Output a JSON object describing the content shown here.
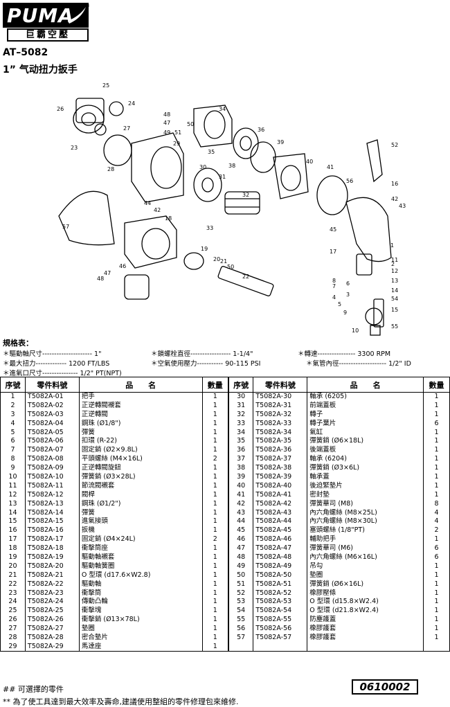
{
  "logo": {
    "brand": "PUMA",
    "reg_mark": "®",
    "subtitle": "巨霸空壓"
  },
  "model": "AT–5082",
  "product_name": "1”  气动扭力扳手",
  "diagram_labels": [
    "25",
    "26",
    "24",
    "27",
    "48",
    "47",
    "49",
    "51",
    "50",
    "34",
    "36",
    "35",
    "38",
    "39",
    "23",
    "28",
    "29",
    "30",
    "31",
    "40",
    "41",
    "52",
    "56",
    "16",
    "42",
    "43",
    "44",
    "42",
    "18",
    "32",
    "57",
    "33",
    "45",
    "17",
    "1",
    "46",
    "19",
    "20",
    "21",
    "50",
    "22",
    "47",
    "48",
    "2",
    "11",
    "12",
    "13",
    "14",
    "8",
    "7",
    "6",
    "3",
    "4",
    "5",
    "9",
    "10",
    "54",
    "15",
    "55"
  ],
  "specs": {
    "title": "規格表：",
    "items": [
      {
        "label": "＊驅動軸尺寸",
        "value": "--------------------- 1\""
      },
      {
        "label": "＊鎖螺栓直徑",
        "value": "----------------- 1-1/4\""
      },
      {
        "label": "＊轉速",
        "value": "---------------- 3300 RPM"
      },
      {
        "label": "＊最大扭力",
        "value": "------------- 1200 FT/LBS"
      },
      {
        "label": "＊空氣使用壓力",
        "value": "----------- 90-115 PSI"
      },
      {
        "label": "＊氣管內徑",
        "value": "-------------------- 1/2\" ID"
      },
      {
        "label": "＊進氣口尺寸",
        "value": "--------------- 1/2\" PT(NPT)"
      }
    ]
  },
  "table": {
    "headers": [
      "序號",
      "零件料號",
      "品　　名",
      "數量",
      "序號",
      "零件料號",
      "品　　名",
      "數量"
    ],
    "left": [
      [
        "1",
        "T5082A-01",
        "把手",
        "1"
      ],
      [
        "2",
        "T5082A-02",
        "正逆轉閥襯套",
        "1"
      ],
      [
        "3",
        "T5082A-03",
        "正逆轉閥",
        "1"
      ],
      [
        "4",
        "T5082A-04",
        "鋼珠 (Ø1/8\")",
        "1"
      ],
      [
        "5",
        "T5082A-05",
        "彈簧",
        "1"
      ],
      [
        "6",
        "T5082A-06",
        "扣環 (R-22)",
        "1"
      ],
      [
        "7",
        "T5082A-07",
        "固定銷 (Ø2×9.8L)",
        "1"
      ],
      [
        "8",
        "T5082A-08",
        "平頭螺絲 (M4×16L)",
        "2"
      ],
      [
        "9",
        "T5082A-09",
        "正逆轉閥旋鈕",
        "1"
      ],
      [
        "10",
        "T5082A-10",
        "彈簧銷 (Ø3×28L)",
        "1"
      ],
      [
        "11",
        "T5082A-11",
        "節流閥襯套",
        "1"
      ],
      [
        "12",
        "T5082A-12",
        "閥桿",
        "1"
      ],
      [
        "13",
        "T5082A-13",
        "鋼珠 (Ø1/2\")",
        "1"
      ],
      [
        "14",
        "T5082A-14",
        "彈簧",
        "1"
      ],
      [
        "15",
        "T5082A-15",
        "進氣接頭",
        "1"
      ],
      [
        "16",
        "T5082A-16",
        "扳機",
        "1"
      ],
      [
        "17",
        "T5082A-17",
        "固定銷 (Ø4×24L)",
        "2"
      ],
      [
        "18",
        "T5082A-18",
        "衝擊筒座",
        "1"
      ],
      [
        "19",
        "T5082A-19",
        "驅動軸襯套",
        "1"
      ],
      [
        "20",
        "T5082A-20",
        "驅動軸簧圈",
        "1"
      ],
      [
        "21",
        "T5082A-21",
        "O 型環 (d17.6×W2.8)",
        "1"
      ],
      [
        "22",
        "T5082A-22",
        "驅動軸",
        "1"
      ],
      [
        "23",
        "T5082A-23",
        "衝擊筒",
        "1"
      ],
      [
        "24",
        "T5082A-24",
        "傳動凸輪",
        "1"
      ],
      [
        "25",
        "T5082A-25",
        "衝擊塊",
        "1"
      ],
      [
        "26",
        "T5082A-26",
        "衝擊銷 (Ø13×78L)",
        "1"
      ],
      [
        "27",
        "T5082A-27",
        "墊圈",
        "1"
      ],
      [
        "28",
        "T5082A-28",
        "密合墊片",
        "1"
      ],
      [
        "29",
        "T5082A-29",
        "馬達座",
        "1"
      ]
    ],
    "right": [
      [
        "30",
        "T5082A-30",
        "軸承 (6205)",
        "1"
      ],
      [
        "31",
        "T5082A-31",
        "前端蓋板",
        "1"
      ],
      [
        "32",
        "T5082A-32",
        "轉子",
        "1"
      ],
      [
        "33",
        "T5082A-33",
        "轉子葉片",
        "6"
      ],
      [
        "34",
        "T5082A-34",
        "氣缸",
        "1"
      ],
      [
        "35",
        "T5082A-35",
        "彈簧銷 (Ø6×18L)",
        "1"
      ],
      [
        "36",
        "T5082A-36",
        "後端蓋板",
        "1"
      ],
      [
        "37",
        "T5082A-37",
        "軸承 (6204)",
        "1"
      ],
      [
        "38",
        "T5082A-38",
        "彈簧銷 (Ø3×6L)",
        "1"
      ],
      [
        "39",
        "T5082A-39",
        "軸承蓋",
        "1"
      ],
      [
        "40",
        "T5082A-40",
        "後迫緊墊片",
        "1"
      ],
      [
        "41",
        "T5082A-41",
        "密封墊",
        "1"
      ],
      [
        "42",
        "T5082A-42",
        "彈簧華司 (M8)",
        "8"
      ],
      [
        "43",
        "T5082A-43",
        "內六角螺絲 (M8×25L)",
        "4"
      ],
      [
        "44",
        "T5082A-44",
        "內六角螺絲 (M8×30L)",
        "4"
      ],
      [
        "45",
        "T5082A-45",
        "塞頭螺絲 (1/8\"PT)",
        "2"
      ],
      [
        "46",
        "T5082A-46",
        "輔助把手",
        "1"
      ],
      [
        "47",
        "T5082A-47",
        "彈簧華司 (M6)",
        "6"
      ],
      [
        "48",
        "T5082A-48",
        "內六角螺絲 (M6×16L)",
        "6"
      ],
      [
        "49",
        "T5082A-49",
        "吊勾",
        "1"
      ],
      [
        "50",
        "T5082A-50",
        "墊圈",
        "1"
      ],
      [
        "51",
        "T5082A-51",
        "彈簧銷 (Ø6×16L)",
        "1"
      ],
      [
        "52",
        "T5082A-52",
        "橡膠壓條",
        "1"
      ],
      [
        "53",
        "T5082A-53",
        "O 型環 (d15.8×W2.4)",
        "1"
      ],
      [
        "54",
        "T5082A-54",
        "O 型環 (d21.8×W2.4)",
        "1"
      ],
      [
        "55",
        "T5082A-55",
        "防塵護蓋",
        "1"
      ],
      [
        "56",
        "T5082A-56",
        "橡膠護套",
        "1"
      ],
      [
        "57",
        "T5082A-57",
        "橡膠護套",
        "1"
      ],
      [
        "",
        "",
        "",
        ""
      ]
    ]
  },
  "footer": {
    "note1": "## 可選擇的零件",
    "note2": "** 為了使工具達到最大效率及壽命,建議使用整組的零件修理包來維修.",
    "doc_code": "0610002"
  }
}
